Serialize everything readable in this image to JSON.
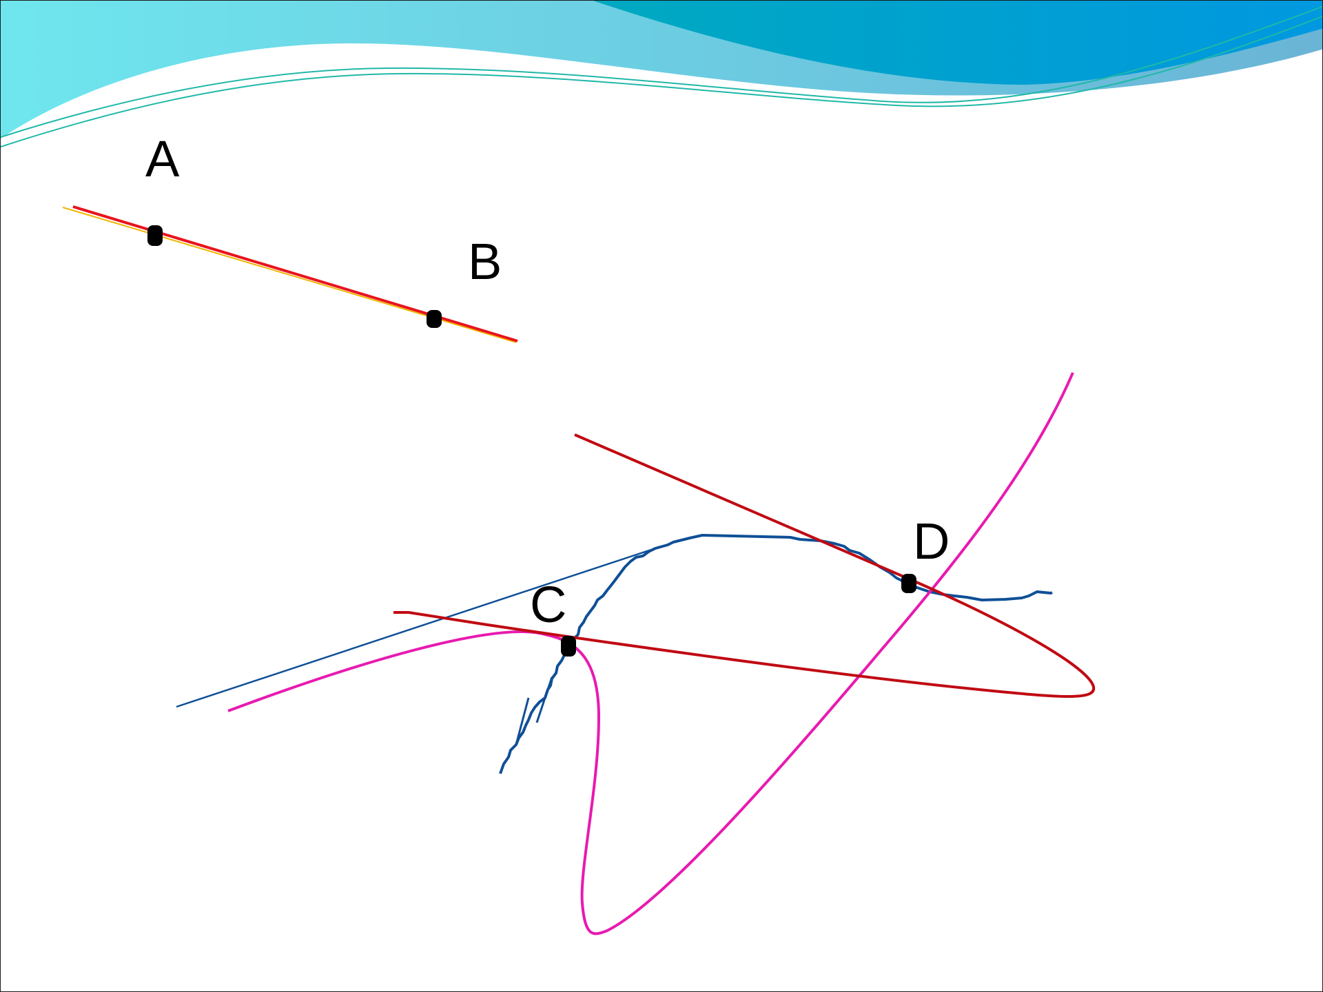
{
  "slide": {
    "background": "#ffffff",
    "header_colors": {
      "light_start": "#6fe6ee",
      "light_end": "#6ab4d6",
      "dark_start": "#00a9c0",
      "dark_end": "#0098e0",
      "thin_lines": "#1fb8a8"
    }
  },
  "points": {
    "A": {
      "label": "A"
    },
    "B": {
      "label": "B"
    },
    "C": {
      "label": "C"
    },
    "D": {
      "label": "D"
    }
  },
  "colors": {
    "line_ab": "#e8141e",
    "line_ab_underlay": "#f0b400",
    "tangent_red": "#c00a12",
    "curve_magenta": "#e81ab0",
    "curve_blue": "#0f4f96",
    "point_fill": "#000000"
  }
}
